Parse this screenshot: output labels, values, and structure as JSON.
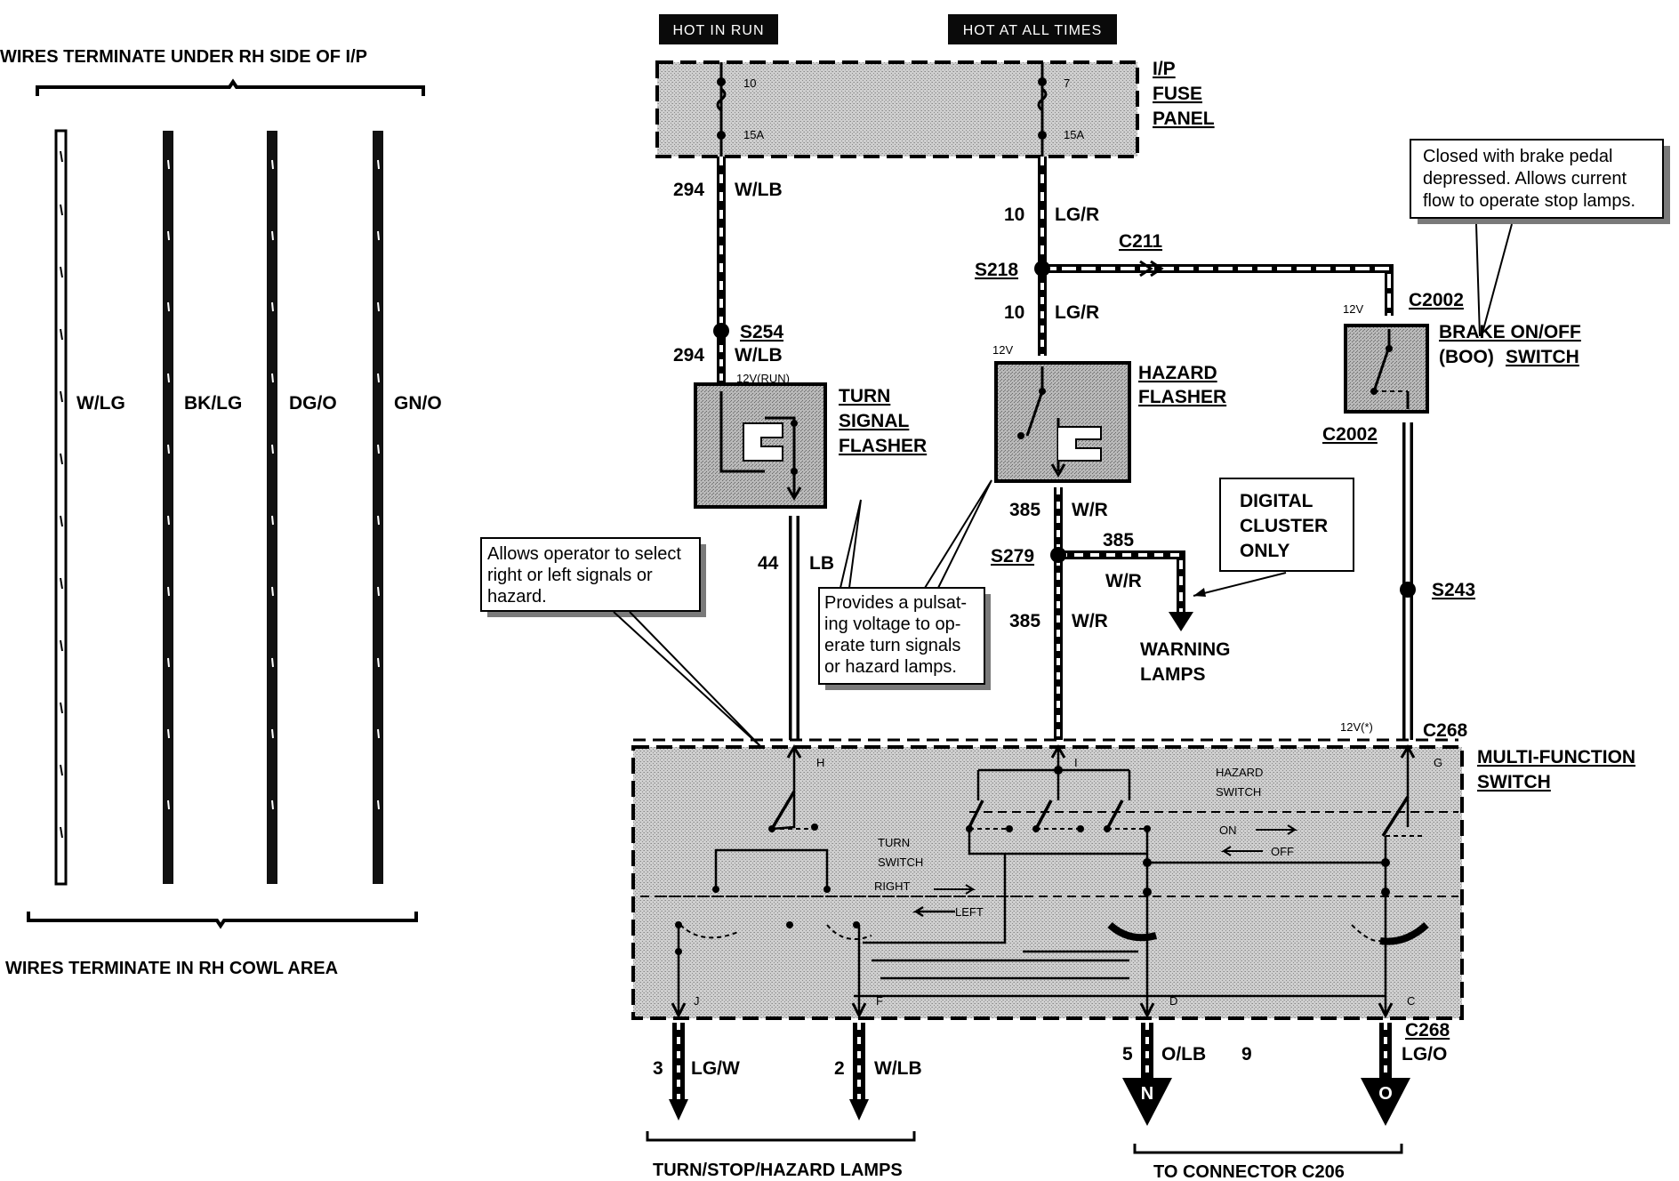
{
  "left_panel": {
    "top_caption": "WIRES TERMINATE UNDER RH SIDE OF I/P",
    "bottom_caption": "WIRES TERMINATE IN RH COWL AREA",
    "wires": [
      "W/LG",
      "BK/LG",
      "DG/O",
      "GN/O"
    ]
  },
  "headers": {
    "hot_in_run": "HOT IN RUN",
    "hot_at_all_times": "HOT AT ALL TIMES"
  },
  "fuse_panel": {
    "label": [
      "I/P",
      "FUSE",
      "PANEL"
    ],
    "fuse_left": {
      "number": "10",
      "rating": "15A"
    },
    "fuse_right": {
      "number": "7",
      "rating": "15A"
    }
  },
  "wires": {
    "w294_top": {
      "circuit": "294",
      "color": "W/LB"
    },
    "w10_top": {
      "circuit": "10",
      "color": "LG/R"
    },
    "w10_mid": {
      "circuit": "10",
      "color": "LG/R"
    },
    "w294_low": {
      "circuit": "294",
      "color": "W/LB"
    },
    "w44": {
      "circuit": "44",
      "color": "LB"
    },
    "w385_top": {
      "circuit": "385",
      "color": "W/R"
    },
    "w385_branch": {
      "circuit": "385",
      "color": "W/R"
    },
    "w385_low": {
      "circuit": "385",
      "color": "W/R"
    },
    "w3": {
      "circuit": "3",
      "color": "LG/W"
    },
    "w2": {
      "circuit": "2",
      "color": "W/LB"
    },
    "w5": {
      "circuit": "5",
      "color": "O/LB"
    },
    "w9": {
      "circuit": "9",
      "color": "LG/O"
    }
  },
  "splices": {
    "s218": "S218",
    "s254": "S254",
    "s279": "S279",
    "s243": "S243"
  },
  "connectors": {
    "c211": "C211",
    "c2002_top": "C2002",
    "c2002_bot": "C2002",
    "c268_top": "C268",
    "c268_bot": "C268"
  },
  "voltages": {
    "v12_run": "12V(RUN)",
    "v12_hazard": "12V",
    "v12_brake": "12V",
    "v12_star": "12V(*)"
  },
  "components": {
    "turn_signal_flasher": [
      "TURN",
      "SIGNAL",
      "FLASHER"
    ],
    "hazard_flasher": [
      "HAZARD",
      "FLASHER"
    ],
    "brake_switch": {
      "line1": "BRAKE ON/OFF",
      "line2_prefix": "(BOO)",
      "line2_suffix": "SWITCH"
    },
    "multi_function_switch": [
      "MULTI-FUNCTION",
      "SWITCH"
    ]
  },
  "notes": {
    "brake_note": [
      "Closed with brake pedal",
      "depressed. Allows current",
      "flow to operate stop lamps."
    ],
    "operator_note": [
      "Allows operator to select",
      "right or left signals or",
      "hazard."
    ],
    "flasher_note": [
      "Provides a pulsat-",
      "ing voltage to op-",
      "erate turn signals",
      "or hazard lamps."
    ],
    "digital_cluster": [
      "DIGITAL",
      "CLUSTER",
      "ONLY"
    ]
  },
  "warning_lamps": [
    "WARNING",
    "LAMPS"
  ],
  "mfs_internal": {
    "hazard_switch": [
      "HAZARD",
      "SWITCH"
    ],
    "turn_switch": [
      "TURN",
      "SWITCH"
    ],
    "right": "RIGHT",
    "left": "LEFT",
    "on": "ON",
    "off": "OFF"
  },
  "pins": {
    "h": "H",
    "i": "I",
    "g": "G",
    "j": "J",
    "f": "F",
    "d": "D",
    "c": "C"
  },
  "terminals": {
    "n": "N",
    "o": "O"
  },
  "bottom": {
    "turn_lamps": "TURN/STOP/HAZARD LAMPS",
    "to_connector": "TO CONNECTOR C206"
  }
}
